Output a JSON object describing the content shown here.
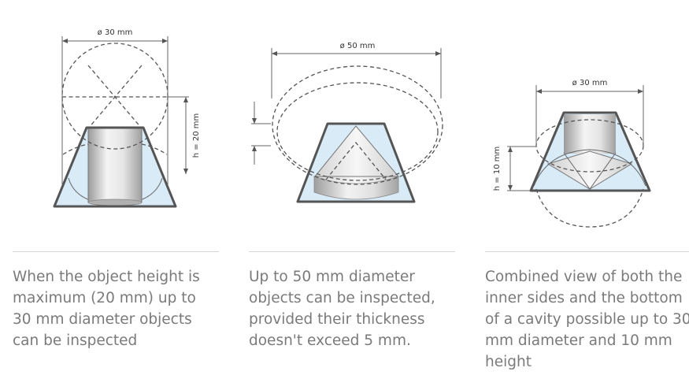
{
  "panels": [
    {
      "dimension_top": "ø 30 mm",
      "dimension_side": "h = 20 mm",
      "caption": "When the object height is maximum (20 mm) up to 30 mm diameter objects can be inspected"
    },
    {
      "dimension_top": "ø 50 mm",
      "caption": "Up to 50 mm diameter objects can be inspected, provided their thickness doesn't exceed 5 mm."
    },
    {
      "dimension_top": "ø 30 mm",
      "dimension_side": "h = 10 mm",
      "caption": "Combined view of both the inner sides and the bottom of a cavity possible up to 30 mm diameter and 10 mm height"
    }
  ],
  "colors": {
    "cone_fill": "#d8ebf7",
    "outline": "#555555",
    "caption_text": "#7a7a7a",
    "divider": "#d6d6d6"
  }
}
